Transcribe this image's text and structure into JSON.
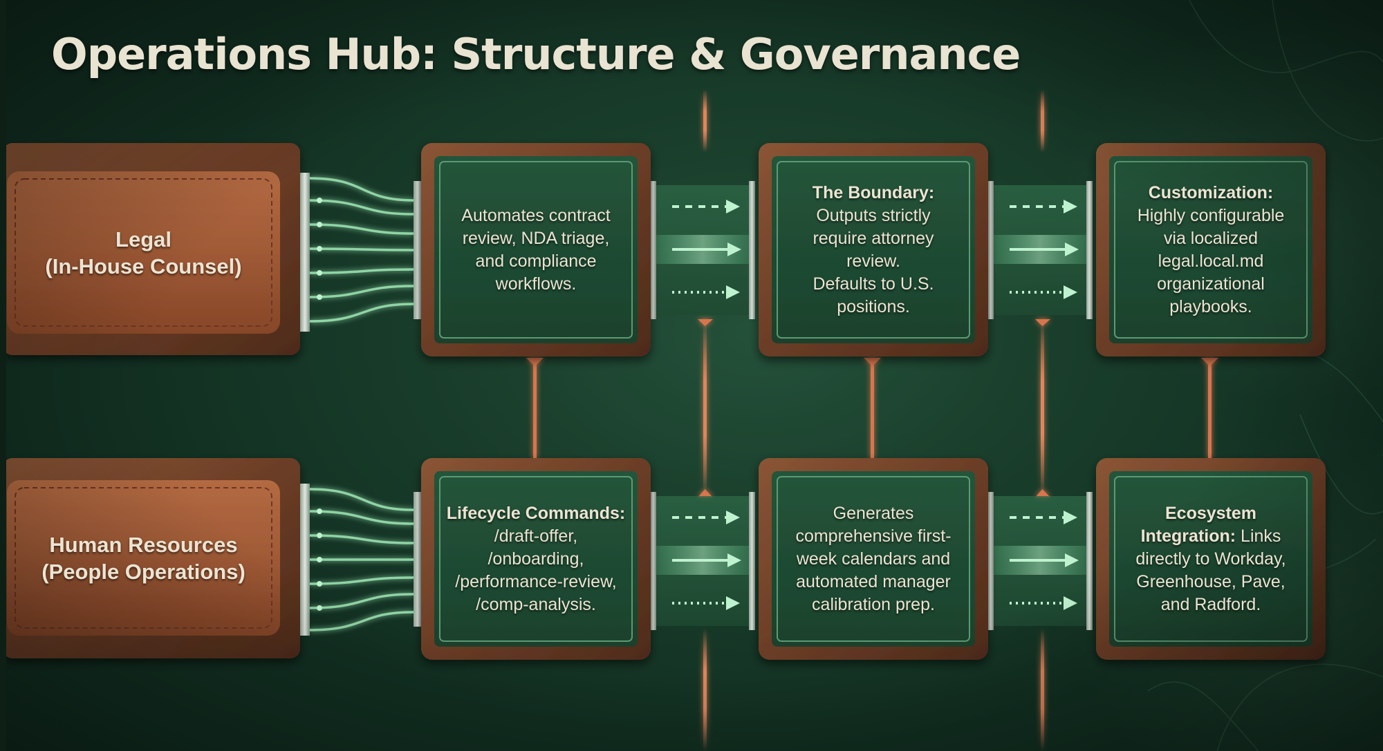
{
  "title": "Operations Hub: Structure & Governance",
  "departments": [
    {
      "lines": [
        "Legal",
        "(In-House Counsel)"
      ]
    },
    {
      "lines": [
        "Human Resources",
        "(People Operations)"
      ]
    }
  ],
  "legal_nodes": [
    {
      "heading": "",
      "lines": [
        "Automates contract",
        "review, NDA triage,",
        "and compliance",
        "workflows."
      ]
    },
    {
      "heading": "The Boundary:",
      "lines": [
        "Outputs strictly",
        "require attorney",
        "review.",
        "Defaults to U.S.",
        "positions."
      ]
    },
    {
      "heading": "Customization:",
      "lines": [
        "Highly configurable",
        "via localized",
        "legal.local.md",
        "organizational",
        "playbooks."
      ]
    }
  ],
  "hr_nodes": [
    {
      "heading": "Lifecycle Commands:",
      "lines": [
        "/draft-offer,",
        "/onboarding,",
        "/performance-review,",
        "/comp-analysis."
      ]
    },
    {
      "heading": "",
      "lines": [
        "Generates",
        "comprehensive first-",
        "week calendars and",
        "automated manager",
        "calibration prep."
      ]
    },
    {
      "heading": "Ecosystem",
      "heading_tail": "Integration:",
      "tail_text": " Links",
      "lines": [
        "directly to Workday,",
        "Greenhouse, Pave,",
        "and Radford."
      ]
    }
  ],
  "colors": {
    "background": "#1a3f2c",
    "leather": "#a35c38",
    "wood": "#6e3f28",
    "panel": "#1f4a33",
    "flow": "#a8e6b8",
    "connector": "#d9744e",
    "text": "#ece4d2"
  }
}
